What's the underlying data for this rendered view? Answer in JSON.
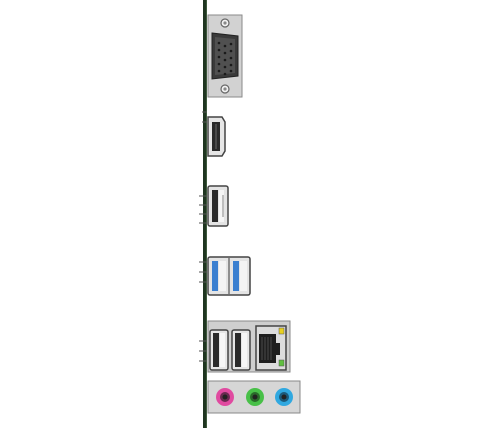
{
  "board": {
    "pcb_color": "#1f3520",
    "shield_color": "#d0d0d0",
    "usb3_tongue_color": "#3a7fd0"
  },
  "ports": [
    {
      "name": "vga-port",
      "kind": "VGA"
    },
    {
      "name": "hdmi-port",
      "kind": "HDMI"
    },
    {
      "name": "usb2-port-single",
      "kind": "USB 2.0"
    },
    {
      "name": "usb3-port-stack",
      "kind": "USB 3.0"
    },
    {
      "name": "usb2-port-stack-left",
      "kind": "USB 2.0"
    },
    {
      "name": "usb2-port-stack-right",
      "kind": "USB 2.0"
    },
    {
      "name": "lan-port",
      "kind": "RJ45"
    },
    {
      "name": "audio-jack-pink",
      "color": "#e04aa0"
    },
    {
      "name": "audio-jack-green",
      "color": "#48c048"
    },
    {
      "name": "audio-jack-blue",
      "color": "#30a8e0"
    }
  ],
  "lan_leds": {
    "left": "#e8d020",
    "right": "#60c040"
  }
}
